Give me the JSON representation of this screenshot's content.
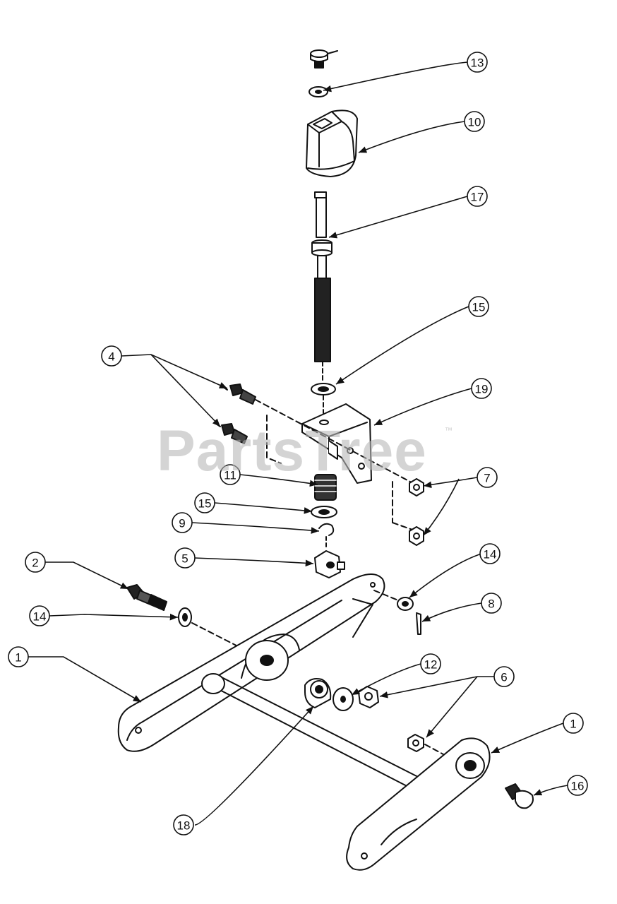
{
  "watermark": {
    "brand": "PartsTree",
    "trademark": "™"
  },
  "callouts": [
    {
      "id": "c13a",
      "label": "13"
    },
    {
      "id": "c10",
      "label": "10"
    },
    {
      "id": "c17",
      "label": "17"
    },
    {
      "id": "c15a",
      "label": "15"
    },
    {
      "id": "c4",
      "label": "4"
    },
    {
      "id": "c19",
      "label": "19"
    },
    {
      "id": "c7",
      "label": "7"
    },
    {
      "id": "c11",
      "label": "11"
    },
    {
      "id": "c15b",
      "label": "15"
    },
    {
      "id": "c9",
      "label": "9"
    },
    {
      "id": "c5",
      "label": "5"
    },
    {
      "id": "c14a",
      "label": "14"
    },
    {
      "id": "c8",
      "label": "8"
    },
    {
      "id": "c2",
      "label": "2"
    },
    {
      "id": "c14b",
      "label": "14"
    },
    {
      "id": "c1a",
      "label": "1"
    },
    {
      "id": "c12",
      "label": "12"
    },
    {
      "id": "c6",
      "label": "6"
    },
    {
      "id": "c1b",
      "label": "1"
    },
    {
      "id": "c16",
      "label": "16"
    },
    {
      "id": "c18",
      "label": "18"
    }
  ]
}
